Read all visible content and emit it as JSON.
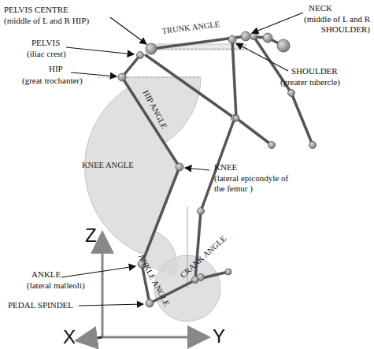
{
  "diagram": {
    "labels": [
      "PELVIS CENTRE",
      "(middle of L and R HIP)",
      "TRUNK ANGLE",
      "NECK",
      "(middle of L and R SHOULDER)",
      "PELVIS",
      "(iliac crest)",
      "SHOULDER",
      "(greater tubercle)",
      "HIP",
      "(great trochanter)",
      "HIP ANGLE",
      "KNEE ANGLE",
      "KNEE",
      "(lateral epicondyle of the femur )",
      "ANKLE",
      "(lateral malleoli)",
      "ANKLE ANGLE",
      "CRANK ANGLE",
      "PEDAL SPINDEL",
      "Z",
      "X",
      "Y"
    ]
  }
}
